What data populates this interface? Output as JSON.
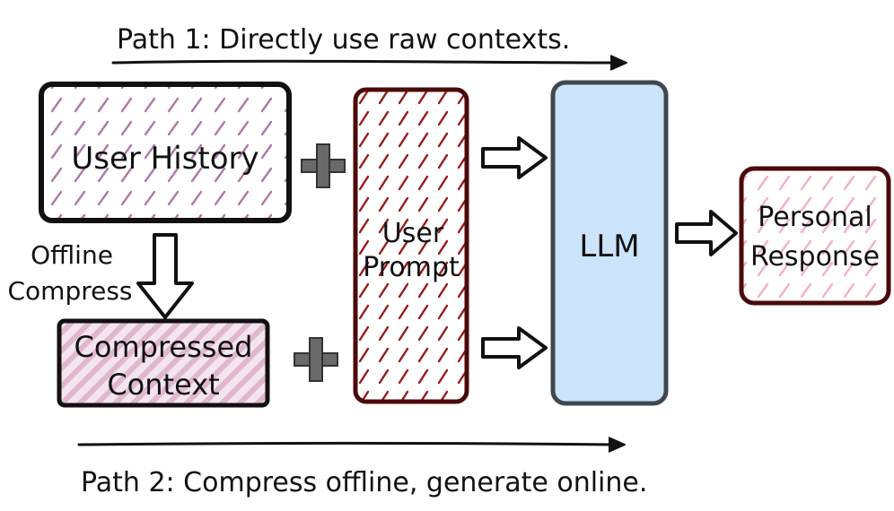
{
  "path1": {
    "label": "Path 1: Directly use raw contexts."
  },
  "path2": {
    "label": "Path 2: Compress offline, generate online."
  },
  "user_history": {
    "label": "User History"
  },
  "offline_compress": {
    "line1": "Offline",
    "line2": "Compress"
  },
  "compressed_context": {
    "line1": "Compressed",
    "line2": "Context"
  },
  "user_prompt": {
    "line1": "User",
    "line2": "Prompt"
  },
  "llm": {
    "label": "LLM"
  },
  "personal_response": {
    "line1": "Personal",
    "line2": "Response"
  },
  "colors": {
    "stroke": "#111111",
    "history_hatch": "#b07aa6",
    "compressed_fill": "#e7c9dc",
    "prompt_hatch": "#9a1a1a",
    "prompt_border": "#4a0a0a",
    "llm_fill": "#cce4fa",
    "llm_border": "#3f474f",
    "response_hatch": "#f2b4bc",
    "response_border": "#4a0a0a",
    "plus": "#555555"
  }
}
